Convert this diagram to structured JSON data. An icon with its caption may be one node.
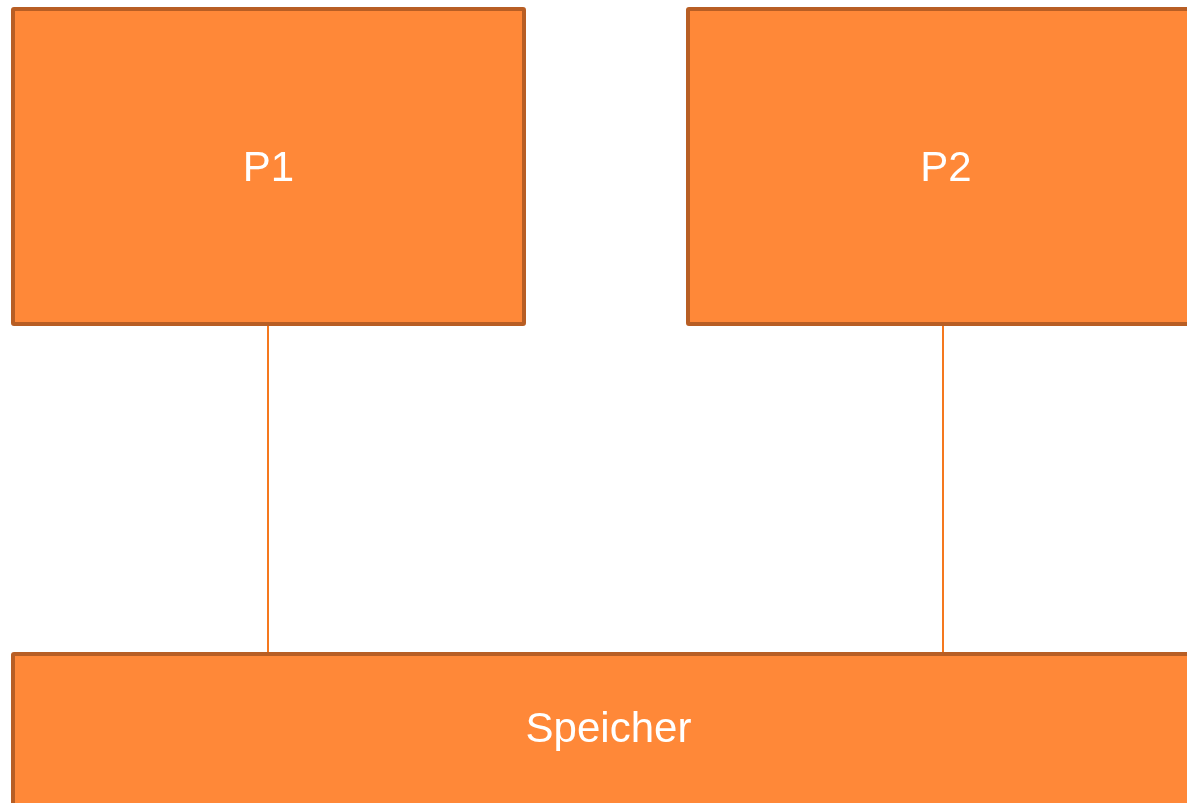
{
  "diagram": {
    "nodes": [
      {
        "text": [
          "P1"
        ]
      },
      {
        "text": [
          "P2"
        ]
      },
      {
        "text": [
          "Speicher"
        ]
      }
    ],
    "edges": [
      {
        "from": 0,
        "to": 2,
        "arrow": "none"
      },
      {
        "from": 1,
        "to": 2,
        "arrow": "none"
      }
    ]
  }
}
